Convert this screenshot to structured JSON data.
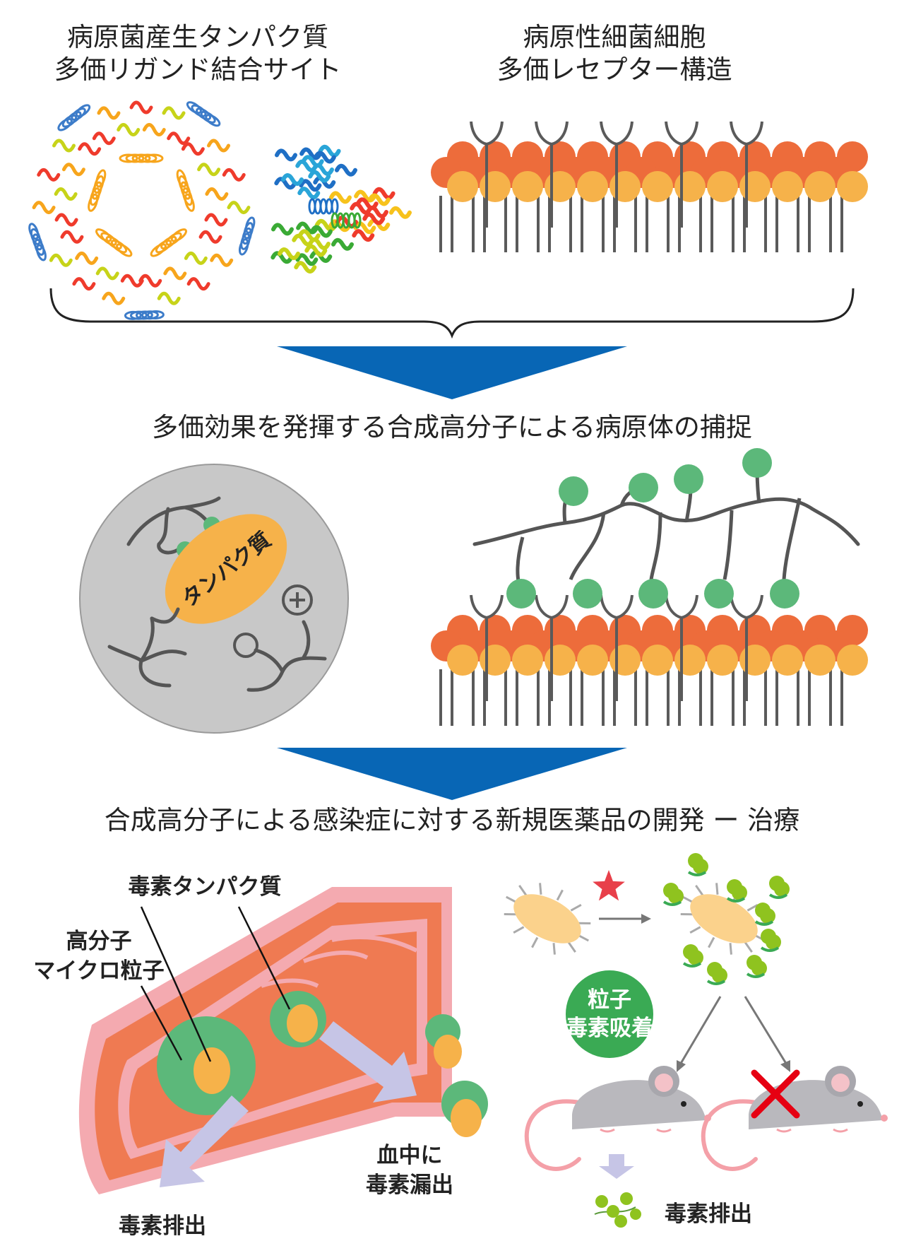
{
  "top": {
    "left_title_1": "病原菌産生タンパク質",
    "left_title_2": "多価リガンド結合サイト",
    "right_title_1": "病原性細菌細胞",
    "right_title_2": "多価レセプター構造"
  },
  "middle": {
    "heading": "多価効果を発揮する合成高分子による病原体の捕捉",
    "protein_label": "タンパク質"
  },
  "bottom": {
    "heading": "合成高分子による感染症に対する新規医薬品の開発 ー 治療",
    "toxin_protein_label": "毒素タンパク質",
    "microparticle_label_1": "高分子",
    "microparticle_label_2": "マイクロ粒子",
    "blood_leak_1": "血中に",
    "blood_leak_2": "毒素漏出",
    "excretion_left": "毒素排出",
    "adsorb_1": "粒子",
    "adsorb_2": "毒素吸着",
    "excretion_right": "毒素排出"
  },
  "colors": {
    "arrow_blue": "#0866b5",
    "lipid_dark": "#ed6c3b",
    "lipid_light": "#f6b24a",
    "polymer_green": "#5cb87a",
    "tissue_orange": "#ef7a52",
    "tissue_pink": "#f4aab0",
    "flow_arrow": "#c6c5e6",
    "bacteria": "#fbd28c",
    "toxin_green": "#8fc31f",
    "badge_green": "#3aaa54",
    "mouse_gray": "#b9b8bd",
    "cross_red": "#e60012"
  }
}
